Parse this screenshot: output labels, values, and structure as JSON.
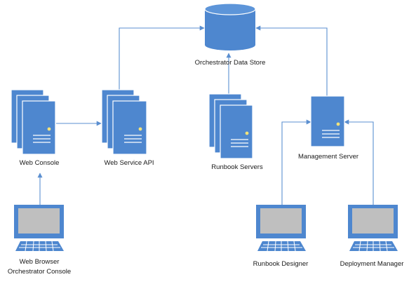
{
  "colors": {
    "server_fill": "#4e87cf",
    "server_stroke": "#ffffff",
    "connector": "#5b8fd0",
    "monitor_screen": "#bfbfbf",
    "label_text": "#1a1a1a"
  },
  "nodes": {
    "data_store": {
      "label": "Orchestrator Data Store",
      "icon": "database-cylinder-icon"
    },
    "web_console": {
      "label": "Web Console",
      "icon": "server-stack-icon"
    },
    "web_service_api": {
      "label": "Web Service API",
      "icon": "server-stack-icon"
    },
    "runbook_servers": {
      "label": "Runbook Servers",
      "icon": "server-stack-icon"
    },
    "management_server": {
      "label": "Management Server",
      "icon": "server-icon"
    },
    "web_browser": {
      "label_line1": "Web Browser",
      "label_line2": "Orchestrator Console",
      "icon": "computer-monitor-icon"
    },
    "runbook_designer": {
      "label": "Runbook Designer",
      "icon": "computer-monitor-icon"
    },
    "deployment_manager": {
      "label": "Deployment Manager",
      "icon": "computer-monitor-icon"
    }
  },
  "edges": [
    {
      "from": "web_browser",
      "to": "web_console"
    },
    {
      "from": "web_console",
      "to": "web_service_api"
    },
    {
      "from": "web_service_api",
      "to": "data_store"
    },
    {
      "from": "runbook_servers",
      "to": "data_store"
    },
    {
      "from": "management_server",
      "to": "data_store"
    },
    {
      "from": "runbook_designer",
      "to": "management_server"
    },
    {
      "from": "deployment_manager",
      "to": "management_server"
    }
  ]
}
